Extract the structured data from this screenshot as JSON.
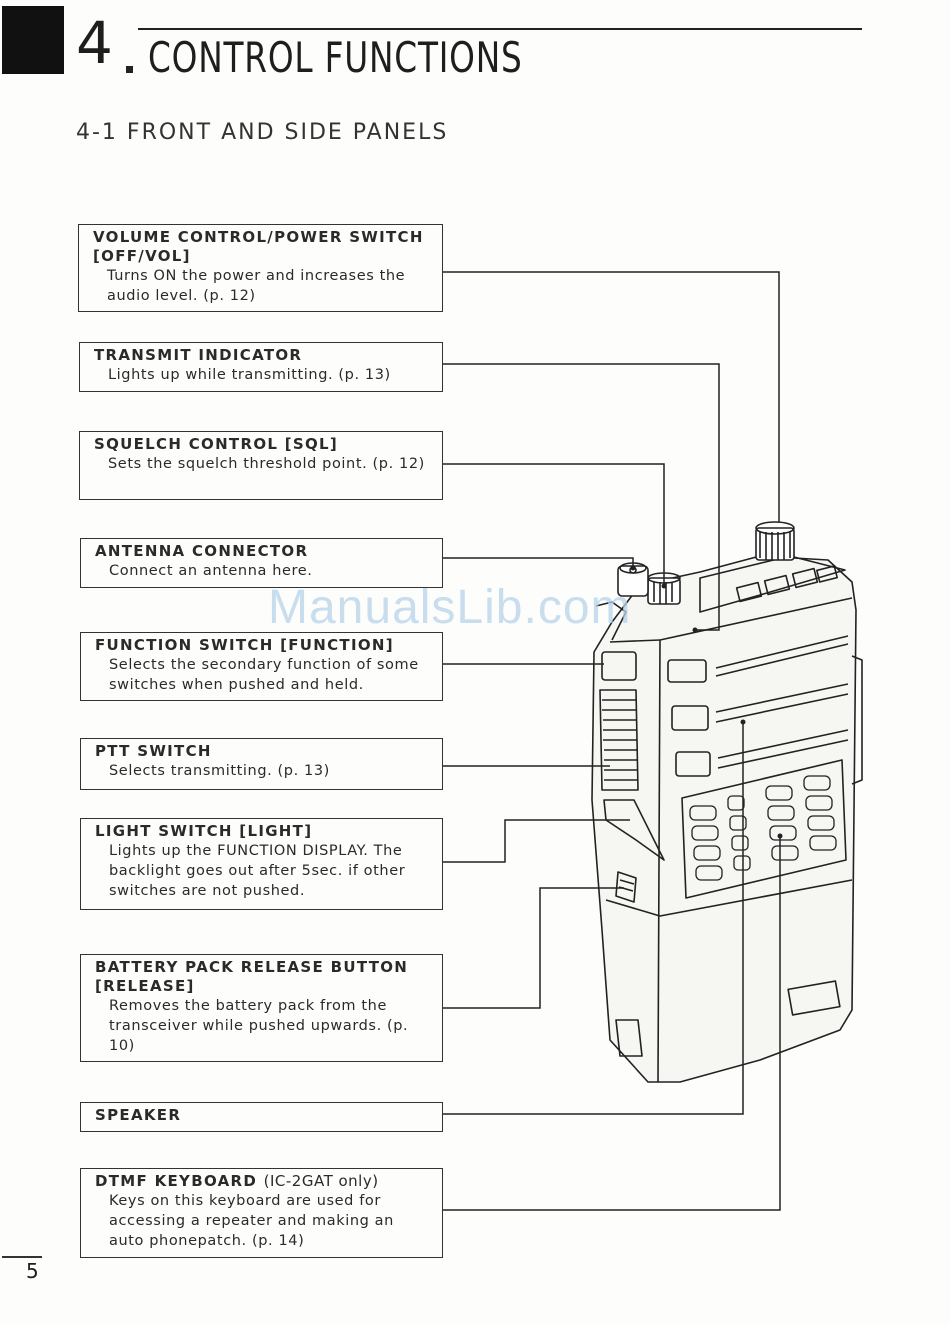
{
  "header": {
    "chapter_number": "4",
    "chapter_title": "CONTROL FUNCTIONS",
    "section": "4-1   FRONT AND SIDE PANELS"
  },
  "callouts": [
    {
      "title": "VOLUME CONTROL/POWER SWITCH [OFF/VOL]",
      "description": "Turns ON the power and increases the audio level. (p. 12)"
    },
    {
      "title": "TRANSMIT INDICATOR",
      "description": "Lights up while transmitting. (p. 13)"
    },
    {
      "title": "SQUELCH CONTROL [SQL]",
      "description": "Sets the squelch threshold point. (p. 12)"
    },
    {
      "title": "ANTENNA CONNECTOR",
      "description": "Connect an antenna here."
    },
    {
      "title": "FUNCTION SWITCH [FUNCTION]",
      "description": "Selects the secondary function of some switches when pushed and held."
    },
    {
      "title": "PTT SWITCH",
      "description": "Selects transmitting. (p. 13)"
    },
    {
      "title": "LIGHT SWITCH [LIGHT]",
      "description": "Lights up the FUNCTION DISPLAY. The backlight goes out after 5sec. if other switches are not pushed."
    },
    {
      "title": "BATTERY PACK RELEASE BUTTON [RELEASE]",
      "description": "Removes the battery pack from the transceiver while pushed upwards. (p. 10)"
    },
    {
      "title": "SPEAKER",
      "description": ""
    },
    {
      "title": "DTMF KEYBOARD",
      "title_note": "(IC-2GAT only)",
      "description": "Keys on this keyboard are used for accessing a repeater and making an auto phonepatch. (p. 14)"
    }
  ],
  "watermark": "ManualsLib.com",
  "footer": {
    "page_number": "5"
  }
}
